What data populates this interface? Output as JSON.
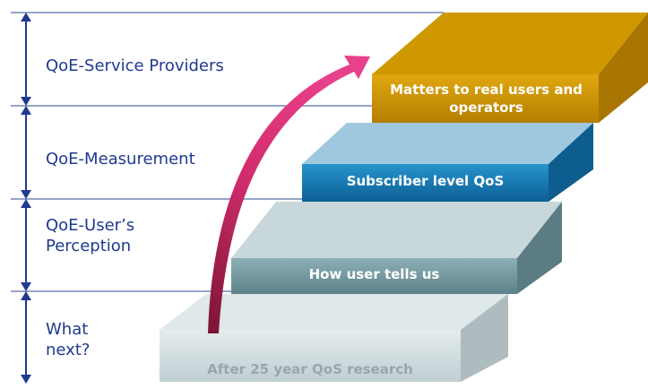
{
  "levels": [
    {
      "label": "QoE-Service Providers"
    },
    {
      "label": "QoE-Measurement"
    },
    {
      "label": "QoE-User’s Perception"
    },
    {
      "label": "What next?"
    }
  ],
  "steps": [
    {
      "text": "After 25 year QoS research",
      "color": "#cbd7da"
    },
    {
      "text": "How user tells us",
      "color": "#7a9da3"
    },
    {
      "text": "Subscriber level QoS",
      "color": "#1c7fb7"
    },
    {
      "text": "Matters to real users and operators",
      "color": "#d19a07"
    }
  ],
  "colors": {
    "axis": "#1f3a8f",
    "divider": "#2b4a93",
    "arrow": "#d0306e"
  }
}
